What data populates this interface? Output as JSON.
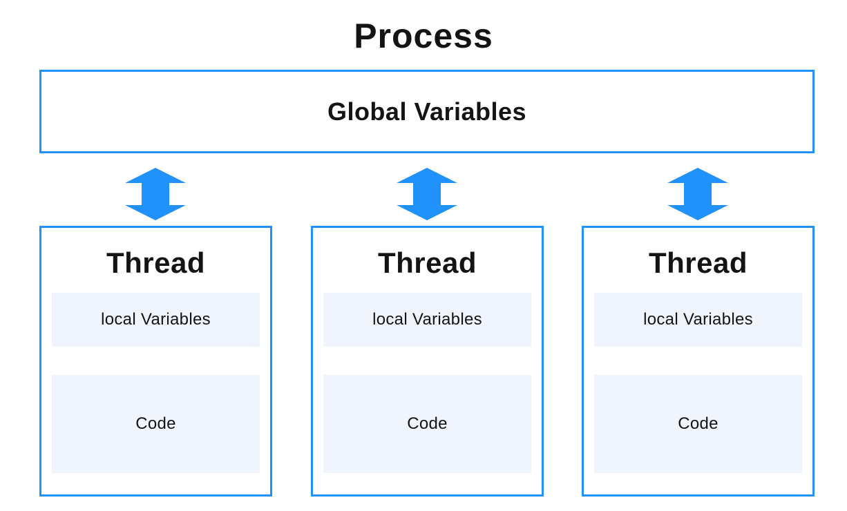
{
  "colors": {
    "accent_blue": "#2191FB",
    "inner_panel_bg": "#F0F4FC",
    "box_bg": "#FFFFFF",
    "text": "#141414"
  },
  "diagram": {
    "title": "Process",
    "global_box_label": "Global Variables"
  },
  "arrows": [
    {
      "icon": "bidirectional-vertical-arrow-icon",
      "direction": "up-down"
    },
    {
      "icon": "bidirectional-vertical-arrow-icon",
      "direction": "up-down"
    },
    {
      "icon": "bidirectional-vertical-arrow-icon",
      "direction": "up-down"
    }
  ],
  "threads": [
    {
      "title": "Thread",
      "local_variables_label": "local Variables",
      "code_label": "Code"
    },
    {
      "title": "Thread",
      "local_variables_label": "local Variables",
      "code_label": "Code"
    },
    {
      "title": "Thread",
      "local_variables_label": "local Variables",
      "code_label": "Code"
    }
  ]
}
